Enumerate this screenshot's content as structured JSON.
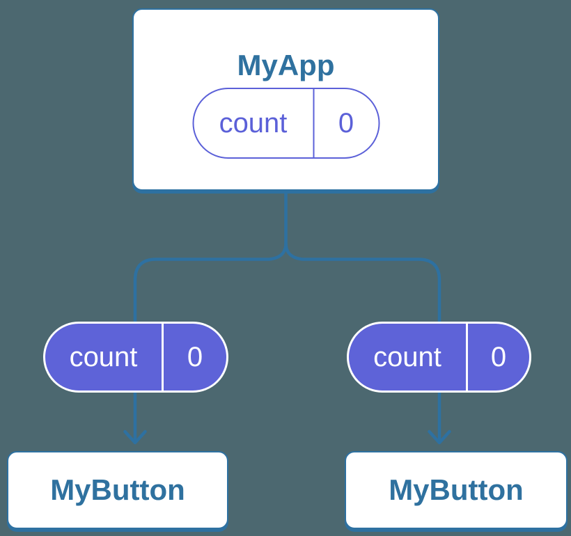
{
  "colors": {
    "background": "#4C6870",
    "connector": "#2E71A1",
    "node_border": "#2E71A1",
    "node_text": "#2F719F",
    "pill_fill": "#5E63D8",
    "pill_outline": "#5B60D8",
    "pill_text_light": "#FFFFFF"
  },
  "parent": {
    "label": "MyApp",
    "state": {
      "name": "count",
      "value": "0"
    }
  },
  "children": [
    {
      "label": "MyButton",
      "prop": {
        "name": "count",
        "value": "0"
      }
    },
    {
      "label": "MyButton",
      "prop": {
        "name": "count",
        "value": "0"
      }
    }
  ]
}
